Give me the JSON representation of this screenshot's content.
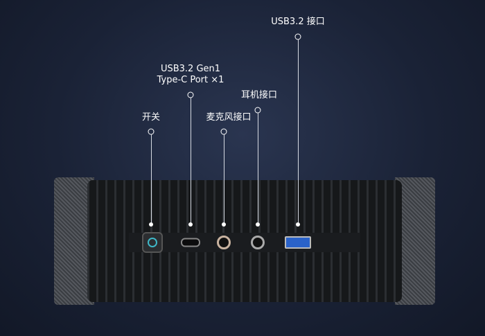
{
  "callouts": {
    "power": "开关",
    "typec_line1": "USB3.2 Gen1",
    "typec_line2": "Type-C Port ×1",
    "mic": "麦克风接口",
    "headphone": "耳机接口",
    "usb": "USB3.2 接口"
  },
  "colors": {
    "background": "#1a2236",
    "power_accent": "#3fb8c8",
    "usb_port": "#2a62c9"
  }
}
